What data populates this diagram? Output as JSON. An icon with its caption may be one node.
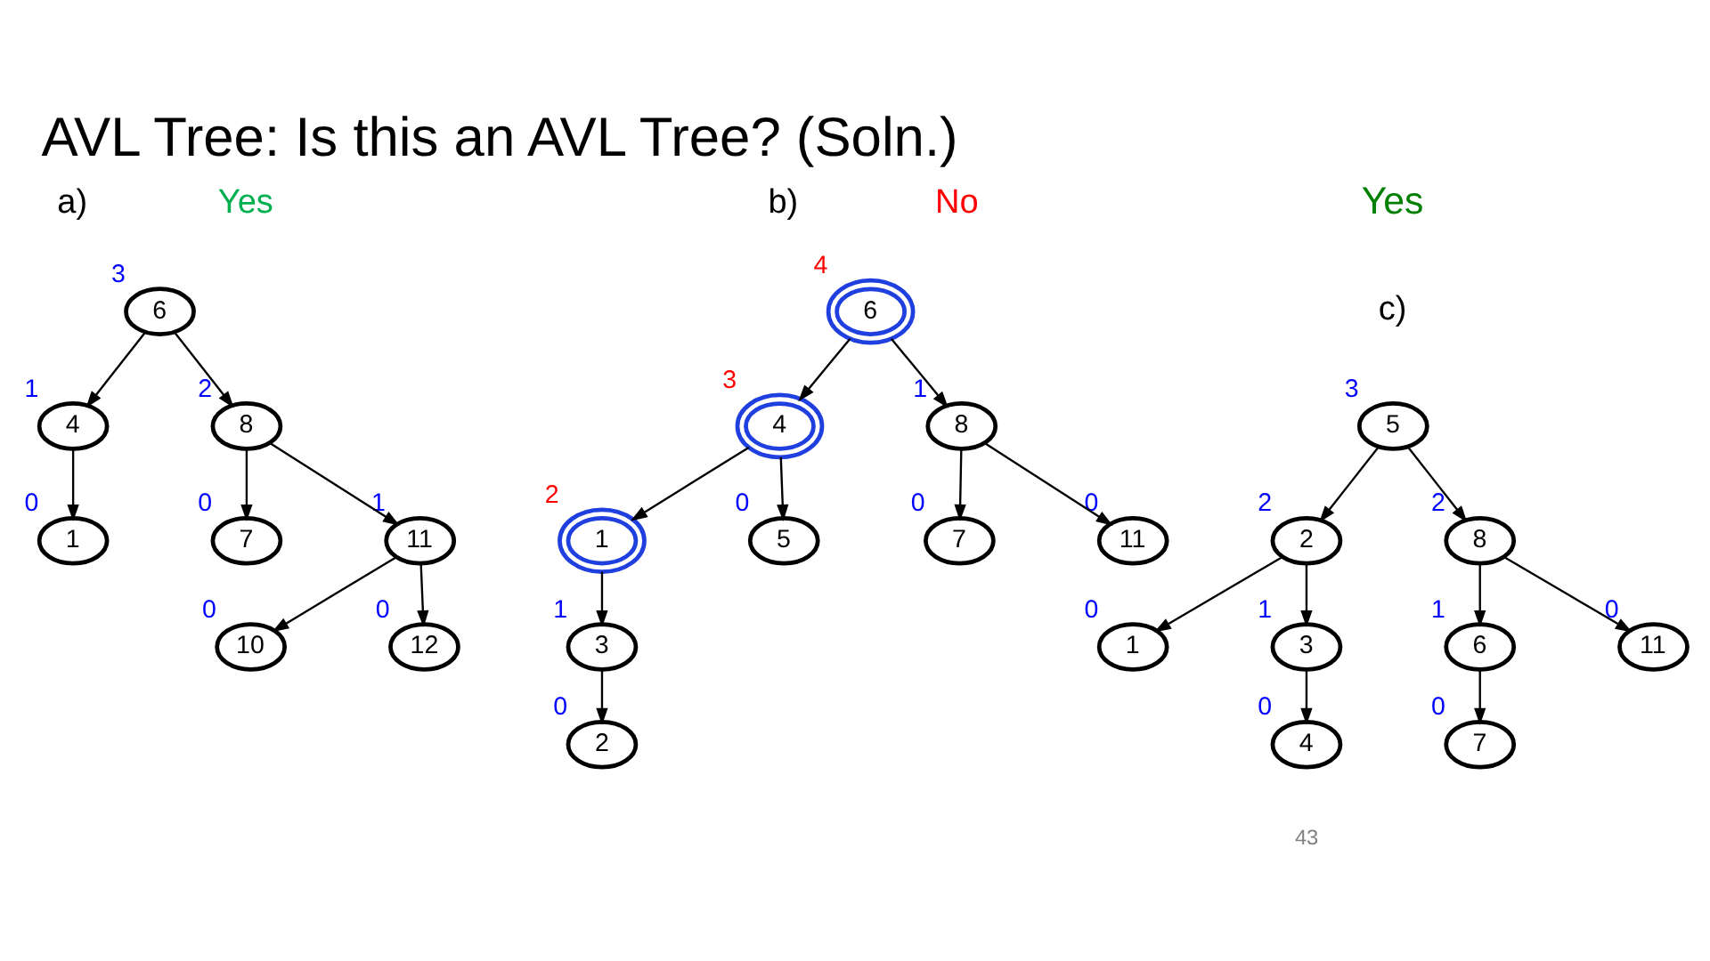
{
  "diagram": {
    "title": "AVL Tree: Is this an AVL Tree? (Soln.)",
    "nodes": [
      {
        "text": [
          "6"
        ],
        "beside": [
          "3"
        ]
      },
      {
        "text": [
          "4"
        ],
        "beside": [
          "1"
        ]
      },
      {
        "text": [
          "8"
        ],
        "beside": [
          "2"
        ]
      },
      {
        "text": [
          "1"
        ],
        "beside": [
          "0"
        ]
      },
      {
        "text": [
          "7"
        ],
        "beside": [
          "0"
        ]
      },
      {
        "text": [
          "11"
        ],
        "beside": [
          "1"
        ]
      },
      {
        "text": [
          "10"
        ],
        "beside": [
          "0"
        ]
      },
      {
        "text": [
          "12"
        ],
        "beside": [
          "0"
        ]
      },
      {
        "text": [
          "6"
        ],
        "beside": [
          "4"
        ]
      },
      {
        "text": [
          "4"
        ],
        "beside": [
          "3"
        ]
      },
      {
        "text": [
          "8"
        ],
        "beside": [
          "1"
        ]
      },
      {
        "text": [
          "1"
        ],
        "beside": [
          "2"
        ]
      },
      {
        "text": [
          "5"
        ],
        "beside": [
          "0"
        ]
      },
      {
        "text": [
          "3"
        ],
        "beside": [
          "1"
        ]
      },
      {
        "text": [
          "2"
        ],
        "beside": [
          "0"
        ]
      },
      {
        "text": [
          "7"
        ],
        "beside": [
          "0"
        ]
      },
      {
        "text": [
          "11"
        ],
        "beside": [
          "0"
        ]
      },
      {
        "text": [
          "5"
        ],
        "beside": [
          "3"
        ]
      },
      {
        "text": [
          "2"
        ],
        "beside": [
          "2"
        ]
      },
      {
        "text": [
          "8"
        ],
        "beside": [
          "2"
        ]
      },
      {
        "text": [
          "1"
        ],
        "beside": [
          "0"
        ]
      },
      {
        "text": [
          "3"
        ],
        "beside": [
          "1"
        ]
      },
      {
        "text": [
          "4"
        ],
        "beside": [
          "0"
        ]
      },
      {
        "text": [
          "6"
        ],
        "beside": [
          "1"
        ]
      },
      {
        "text": [
          "11"
        ],
        "beside": [
          "0"
        ]
      },
      {
        "text": [
          "7"
        ],
        "beside": [
          "0"
        ]
      }
    ],
    "edges": [
      {
        "from": 0,
        "to": 1,
        "arrow": "to"
      },
      {
        "from": 0,
        "to": 2,
        "arrow": "to"
      },
      {
        "from": 1,
        "to": 3,
        "arrow": "to"
      },
      {
        "from": 2,
        "to": 4,
        "arrow": "to"
      },
      {
        "from": 2,
        "to": 5,
        "arrow": "to"
      },
      {
        "from": 5,
        "to": 6,
        "arrow": "to"
      },
      {
        "from": 5,
        "to": 7,
        "arrow": "to"
      },
      {
        "from": 8,
        "to": 9,
        "arrow": "to"
      },
      {
        "from": 8,
        "to": 10,
        "arrow": "to"
      },
      {
        "from": 9,
        "to": 11,
        "arrow": "to"
      },
      {
        "from": 9,
        "to": 12,
        "arrow": "to"
      },
      {
        "from": 11,
        "to": 13,
        "arrow": "to"
      },
      {
        "from": 13,
        "to": 14,
        "arrow": "to"
      },
      {
        "from": 10,
        "to": 15,
        "arrow": "to"
      },
      {
        "from": 10,
        "to": 16,
        "arrow": "to"
      },
      {
        "from": 17,
        "to": 18,
        "arrow": "to"
      },
      {
        "from": 17,
        "to": 19,
        "arrow": "to"
      },
      {
        "from": 18,
        "to": 20,
        "arrow": "to"
      },
      {
        "from": 18,
        "to": 21,
        "arrow": "to"
      },
      {
        "from": 21,
        "to": 22,
        "arrow": "to"
      },
      {
        "from": 19,
        "to": 23,
        "arrow": "to"
      },
      {
        "from": 19,
        "to": 24,
        "arrow": "to"
      },
      {
        "from": 23,
        "to": 25,
        "arrow": "to"
      }
    ],
    "labels": [
      "a)",
      "Yes",
      "b)",
      "No",
      "Yes",
      "c)",
      "43"
    ]
  }
}
